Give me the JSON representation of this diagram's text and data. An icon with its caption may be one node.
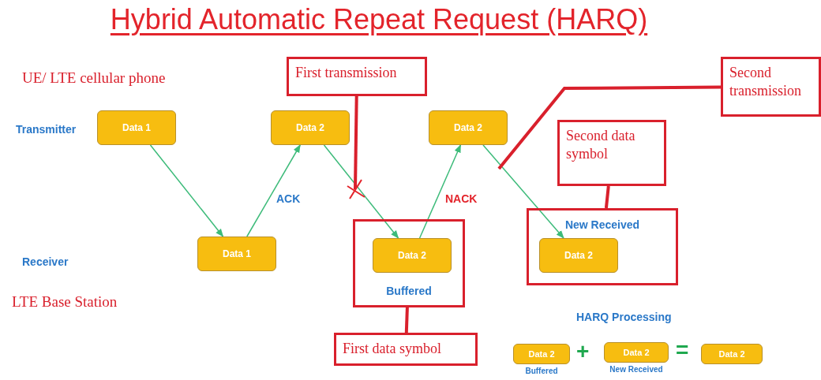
{
  "diagram": {
    "title": "Hybrid Automatic Repeat Request (HARQ)",
    "nodes": [
      {
        "text": [
          "Data 1"
        ]
      },
      {
        "text": [
          "Data 2"
        ]
      },
      {
        "text": [
          "Data 2"
        ]
      },
      {
        "text": [
          "Data 1"
        ]
      },
      {
        "text": [
          "Buffered"
        ]
      },
      {
        "text": [
          "Data 2"
        ],
        "in": 4
      },
      {
        "text": [
          "New Received"
        ]
      },
      {
        "text": [
          "Data 2"
        ],
        "in": 6
      },
      {
        "text": [
          "First transmission"
        ]
      },
      {
        "text": [
          "Second transmission"
        ]
      },
      {
        "text": [
          "Second data symbol"
        ]
      },
      {
        "text": [
          "First data symbol"
        ]
      },
      {
        "text": [
          "Data 2"
        ],
        "beside": [
          "Buffered"
        ]
      },
      {
        "text": [
          "Data 2"
        ],
        "beside": [
          "New Received"
        ]
      },
      {
        "text": [
          "Data 2"
        ]
      }
    ],
    "edges": [
      {
        "from": 0,
        "to": 3,
        "arrow": "to"
      },
      {
        "from": 3,
        "to": 1,
        "arrow": "to",
        "label": "ACK"
      },
      {
        "from": 1,
        "to": 5,
        "arrow": "to"
      },
      {
        "from": 5,
        "to": 2,
        "arrow": "to",
        "label": "NACK"
      },
      {
        "from": 2,
        "to": 7,
        "arrow": "to"
      },
      {
        "from": 8,
        "to": null,
        "arrow": "none",
        "style": "thick",
        "color": "#d9202c"
      },
      {
        "from": 9,
        "to": null,
        "arrow": "none",
        "style": "thick",
        "color": "#d9202c"
      },
      {
        "from": 10,
        "to": 6,
        "arrow": "none",
        "style": "thick",
        "color": "#d9202c"
      },
      {
        "from": 4,
        "to": 11,
        "arrow": "none",
        "style": "thick",
        "color": "#d9202c"
      }
    ],
    "labels": [
      "UE/ LTE cellular phone",
      "Transmitter",
      "Receiver",
      "LTE Base Station",
      "HARQ Processing",
      "+",
      "="
    ]
  }
}
